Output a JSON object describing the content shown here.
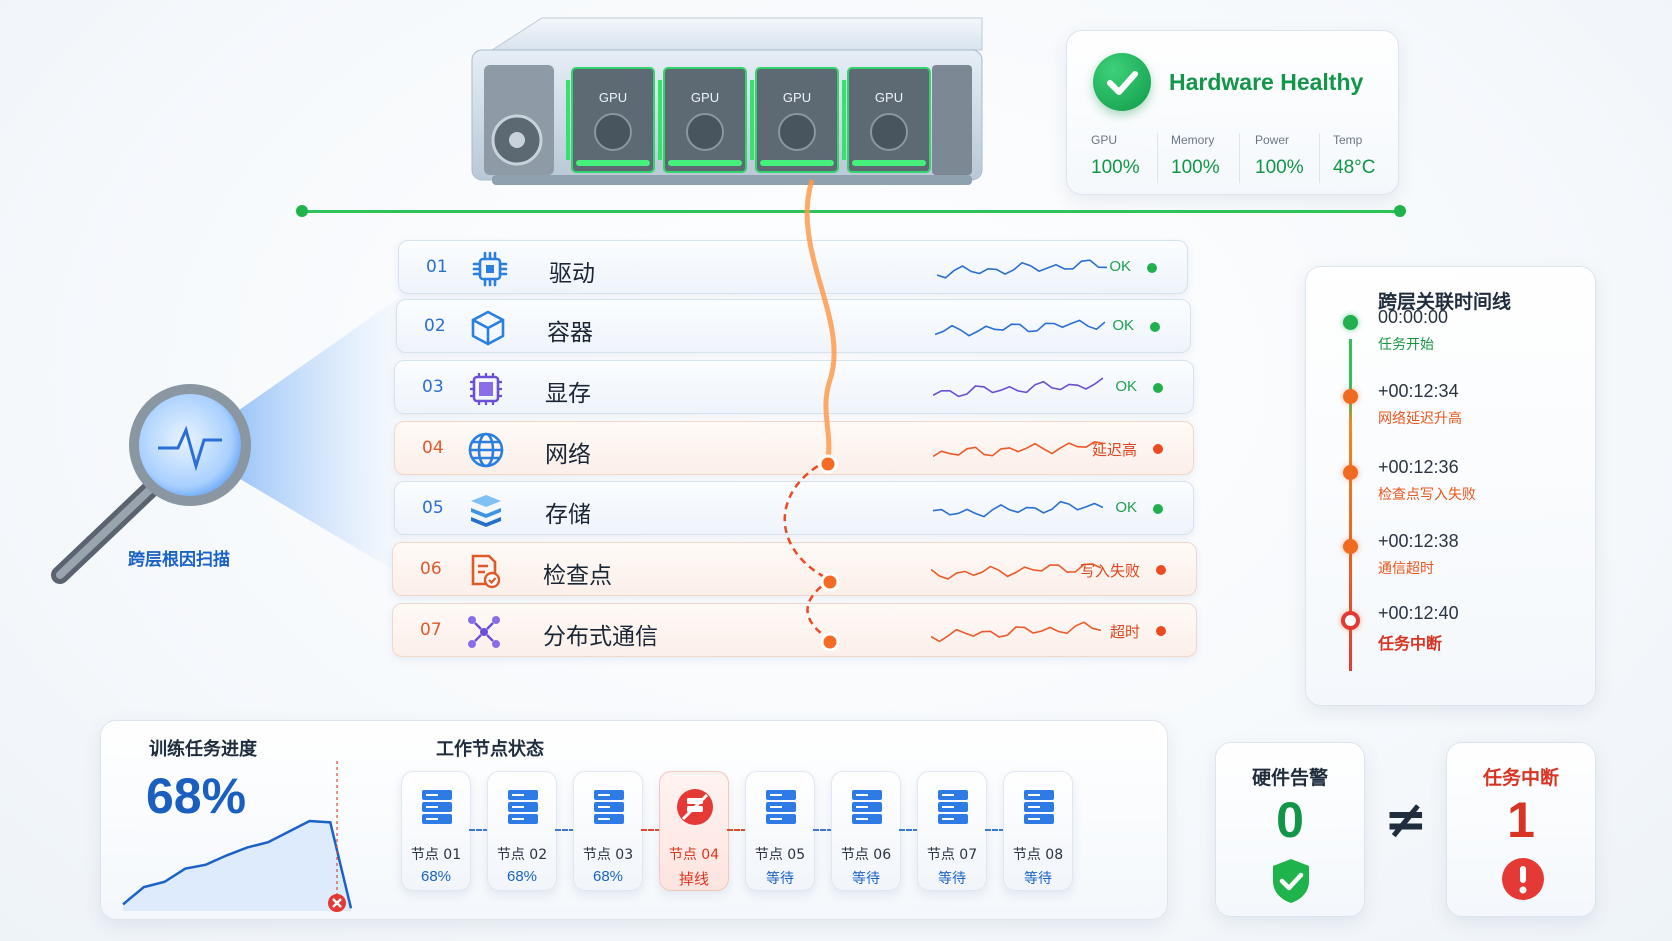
{
  "server": {
    "gpu_labels": [
      "GPU",
      "GPU",
      "GPU",
      "GPU"
    ]
  },
  "health": {
    "title": "Hardware Healthy",
    "metrics": [
      {
        "label": "GPU",
        "value": "100%"
      },
      {
        "label": "Memory",
        "value": "100%"
      },
      {
        "label": "Power",
        "value": "100%"
      },
      {
        "label": "Temp",
        "value": "48°C"
      }
    ]
  },
  "scan": {
    "label": "跨层根因扫描"
  },
  "layers": [
    {
      "num": "01",
      "name": "驱动",
      "status": "OK",
      "state": "ok",
      "icon": "chip-icon"
    },
    {
      "num": "02",
      "name": "容器",
      "status": "OK",
      "state": "ok",
      "icon": "cube-icon"
    },
    {
      "num": "03",
      "name": "显存",
      "status": "OK",
      "state": "ok",
      "icon": "memory-icon"
    },
    {
      "num": "04",
      "name": "网络",
      "status": "延迟高",
      "state": "warn",
      "icon": "globe-icon"
    },
    {
      "num": "05",
      "name": "存储",
      "status": "OK",
      "state": "ok",
      "icon": "storage-icon"
    },
    {
      "num": "06",
      "name": "检查点",
      "status": "写入失败",
      "state": "warn",
      "icon": "checkpoint-icon"
    },
    {
      "num": "07",
      "name": "分布式通信",
      "status": "超时",
      "state": "warn",
      "icon": "network-icon"
    }
  ],
  "timeline": {
    "title": "跨层关联时间线",
    "items": [
      {
        "time": "00:00:00",
        "desc": "任务开始",
        "state": "ok"
      },
      {
        "time": "+00:12:34",
        "desc": "网络延迟升高",
        "state": "warn"
      },
      {
        "time": "+00:12:36",
        "desc": "检查点写入失败",
        "state": "warn"
      },
      {
        "time": "+00:12:38",
        "desc": "通信超时",
        "state": "warn"
      },
      {
        "time": "+00:12:40",
        "desc": "任务中断",
        "state": "end"
      }
    ]
  },
  "progress": {
    "title": "训练任务进度",
    "value": "68%",
    "series": [
      0.05,
      0.18,
      0.22,
      0.32,
      0.35,
      0.42,
      0.48,
      0.52,
      0.6,
      0.68,
      0.67,
      0.02
    ]
  },
  "nodes": {
    "title": "工作节点状态",
    "items": [
      {
        "label": "节点 01",
        "value": "68%",
        "state": "ok"
      },
      {
        "label": "节点 02",
        "value": "68%",
        "state": "ok"
      },
      {
        "label": "节点 03",
        "value": "68%",
        "state": "ok"
      },
      {
        "label": "节点 04",
        "value": "掉线",
        "state": "bad"
      },
      {
        "label": "节点 05",
        "value": "等待",
        "state": "wait"
      },
      {
        "label": "节点 06",
        "value": "等待",
        "state": "wait"
      },
      {
        "label": "节点 07",
        "value": "等待",
        "state": "wait"
      },
      {
        "label": "节点 08",
        "value": "等待",
        "state": "wait"
      }
    ]
  },
  "compare": {
    "hw_title": "硬件告警",
    "hw_value": "0",
    "neq": "≠",
    "task_title": "任务中断",
    "task_value": "1"
  },
  "colors": {
    "ok": "#1fb34c",
    "warn": "#ec4a22",
    "primary": "#1b62c8"
  }
}
